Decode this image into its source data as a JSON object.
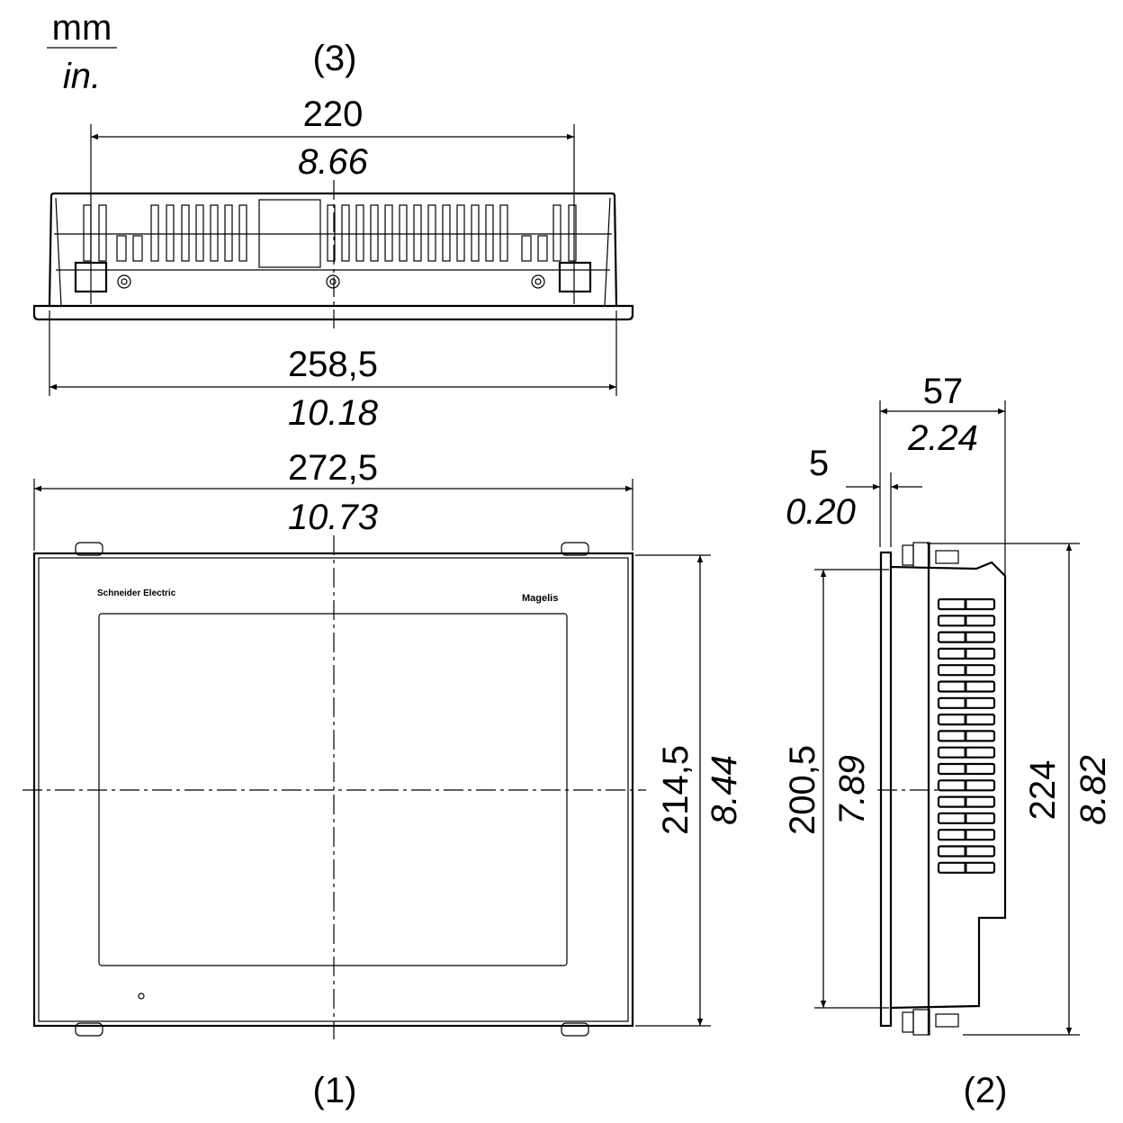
{
  "units": {
    "top": "mm",
    "bottom": "in."
  },
  "views": {
    "front": "(1)",
    "side": "(2)",
    "top": "(3)"
  },
  "logos": {
    "brand": "Schneider Electric",
    "product": "Magelis"
  },
  "dimensions": {
    "top_mount_spacing": {
      "mm": "220",
      "in": "8.66"
    },
    "top_body_width": {
      "mm": "258,5",
      "in": "10.18"
    },
    "front_width": {
      "mm": "272,5",
      "in": "10.73"
    },
    "front_height": {
      "mm": "214,5",
      "in": "8.44"
    },
    "side_depth": {
      "mm": "57",
      "in": "2.24"
    },
    "side_bezel": {
      "mm": "5",
      "in": "0.20"
    },
    "side_body_height": {
      "mm": "200,5",
      "in": "7.89"
    },
    "side_total_height": {
      "mm": "224",
      "in": "8.82"
    }
  }
}
